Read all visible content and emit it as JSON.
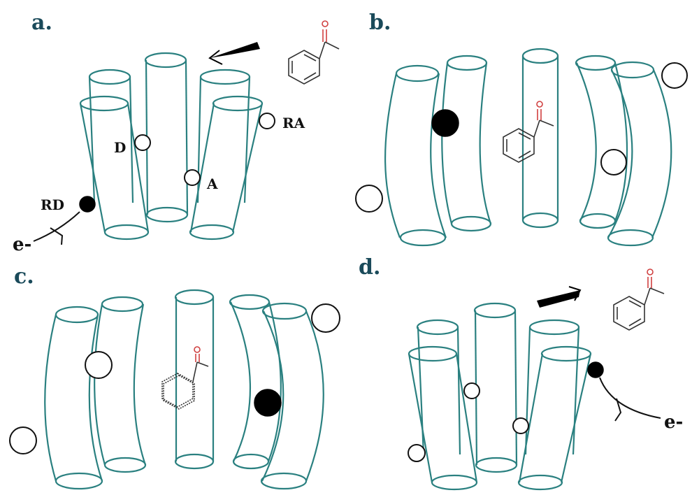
{
  "panels": {
    "a": {
      "label": "a."
    },
    "b": {
      "label": "b."
    },
    "c": {
      "label": "c."
    },
    "d": {
      "label": "d."
    }
  },
  "sites": {
    "donor": "D",
    "acceptor": "A",
    "remote_acceptor": "RA",
    "remote_donor": "RD"
  },
  "electron_label_a": "e-",
  "electron_label_d": "e-",
  "colors": {
    "helix": "#2a8080",
    "oxygen": "#d04040",
    "panel_label": "#1a4a5a"
  }
}
